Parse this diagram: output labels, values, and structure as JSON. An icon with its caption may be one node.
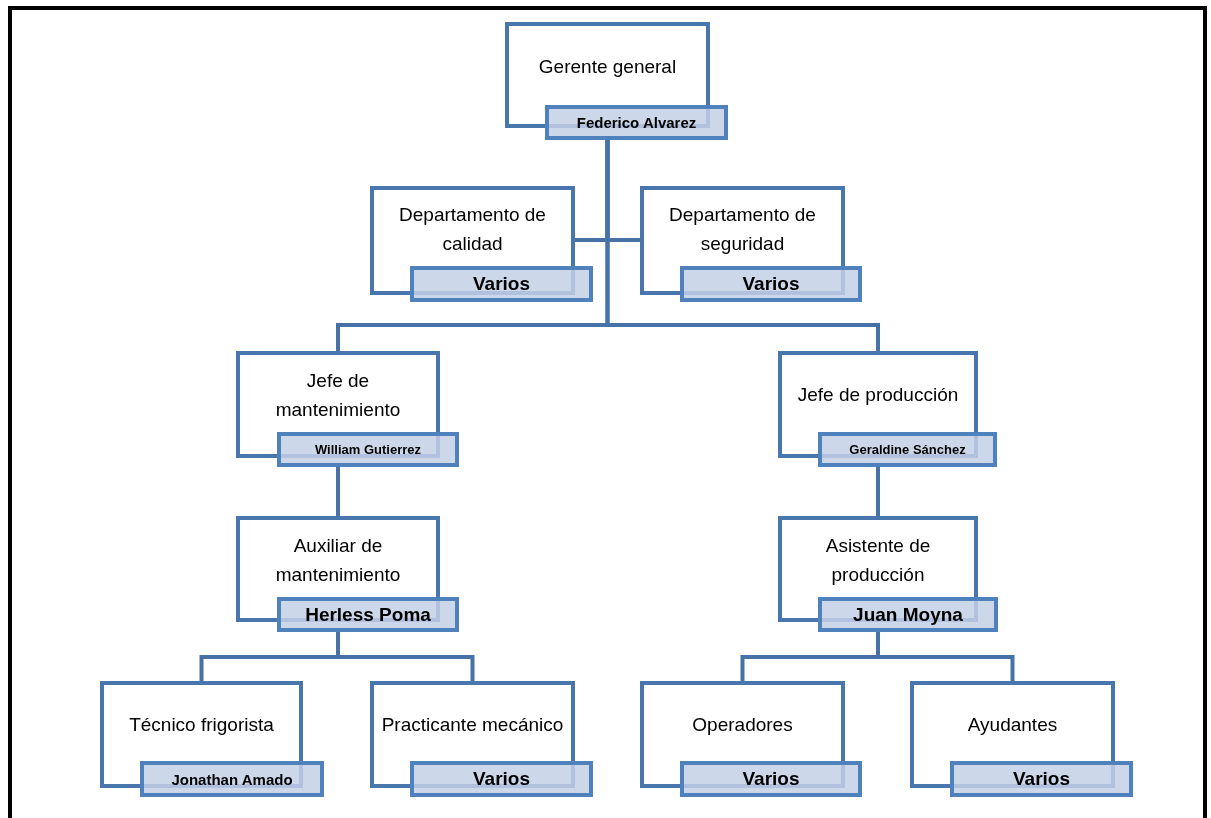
{
  "diagram": {
    "nodes": [
      {
        "text": [
          "Gerente general",
          "Federico Alvarez"
        ]
      },
      {
        "text": [
          "Departamento de calidad",
          "Varios"
        ]
      },
      {
        "text": [
          "Departamento de seguridad",
          "Varios"
        ]
      },
      {
        "text": [
          "Jefe de mantenimiento",
          "William Gutierrez"
        ]
      },
      {
        "text": [
          "Jefe de producción",
          "Geraldine Sánchez"
        ]
      },
      {
        "text": [
          "Auxiliar de mantenimiento",
          "Herless Poma"
        ]
      },
      {
        "text": [
          "Asistente de producción",
          "Juan Moyna"
        ]
      },
      {
        "text": [
          "Técnico frigorista",
          "Jonathan Amado"
        ]
      },
      {
        "text": [
          "Practicante mecánico",
          "Varios"
        ]
      },
      {
        "text": [
          "Operadores",
          "Varios"
        ]
      },
      {
        "text": [
          "Ayudantes",
          "Varios"
        ]
      }
    ],
    "edges": [
      {
        "from": 0,
        "to": 1,
        "arrow": "none"
      },
      {
        "from": 0,
        "to": 2,
        "arrow": "none"
      },
      {
        "from": 0,
        "to": 3,
        "arrow": "none"
      },
      {
        "from": 0,
        "to": 4,
        "arrow": "none"
      },
      {
        "from": 3,
        "to": 5,
        "arrow": "none"
      },
      {
        "from": 4,
        "to": 6,
        "arrow": "none"
      },
      {
        "from": 5,
        "to": 7,
        "arrow": "none"
      },
      {
        "from": 5,
        "to": 8,
        "arrow": "none"
      },
      {
        "from": 6,
        "to": 9,
        "arrow": "none"
      },
      {
        "from": 6,
        "to": 10,
        "arrow": "none"
      }
    ]
  }
}
